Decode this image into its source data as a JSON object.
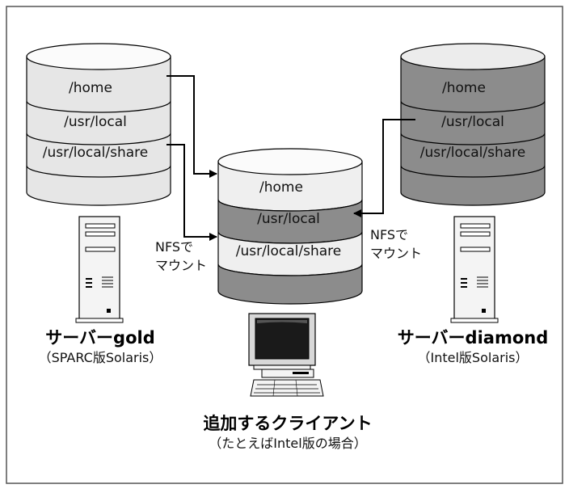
{
  "left_server": {
    "name": "サーバーgold",
    "subtitle": "（SPARC版Solaris）",
    "disk_fill": "#e6e6e6",
    "layers": [
      "/home",
      "/usr/local",
      "/usr/local/share"
    ]
  },
  "right_server": {
    "name": "サーバーdiamond",
    "subtitle": "（Intel版Solaris）",
    "disk_fill": "#8c8c8c",
    "layers": [
      "/home",
      "/usr/local",
      "/usr/local/share"
    ]
  },
  "client": {
    "name": "追加するクライアント",
    "subtitle": "（たとえばIntel版の場合）",
    "layers": [
      "/home",
      "/usr/local",
      "/usr/local/share"
    ],
    "layer_colors": [
      "#efefef",
      "#8c8c8c",
      "#efefef",
      "#8c8c8c"
    ]
  },
  "mount_label_left": [
    "NFSで",
    "マウント"
  ],
  "mount_label_right": [
    "NFSで",
    "マウント"
  ],
  "colors": {
    "frame": "#555555",
    "arrow": "#000000"
  }
}
